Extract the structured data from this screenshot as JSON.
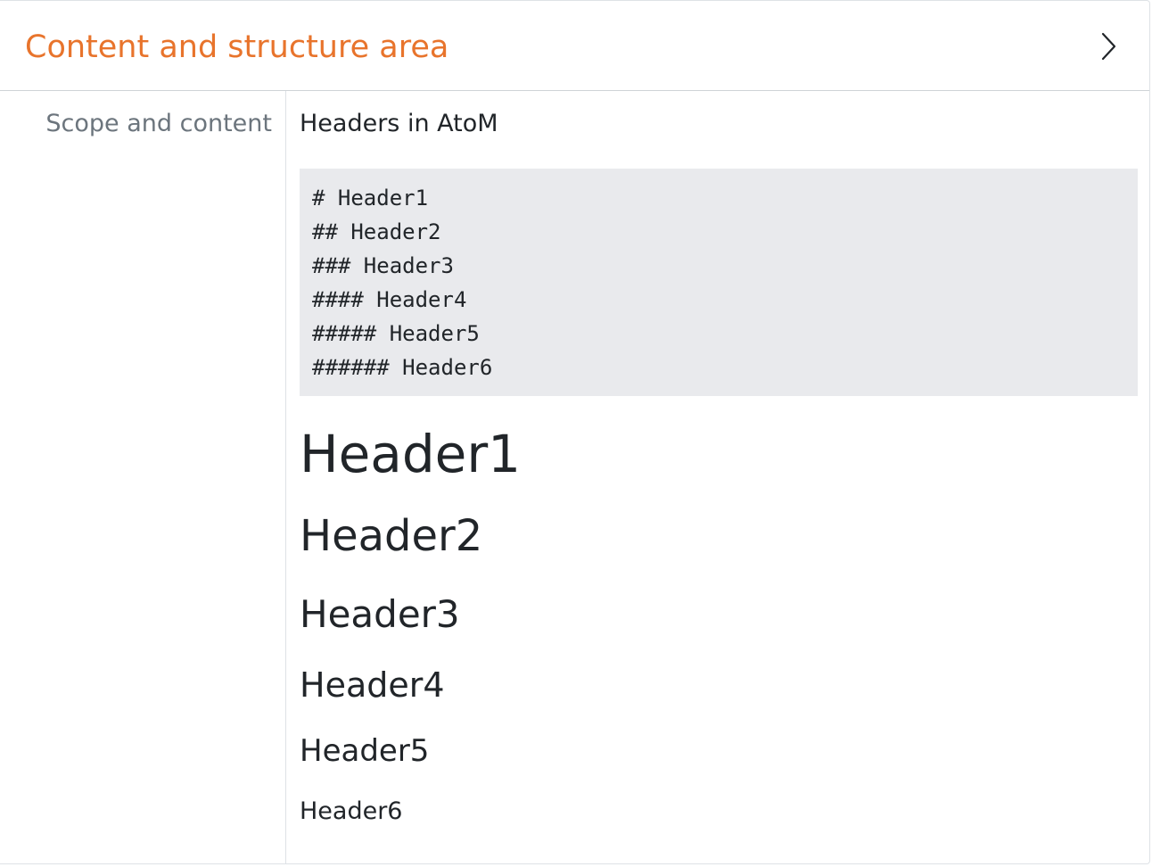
{
  "section": {
    "title": "Content and structure area",
    "toggle_icon": "chevron-right-icon"
  },
  "field": {
    "label": "Scope and content",
    "intro": "Headers in AtoM",
    "code_lines": [
      "# Header1",
      "## Header2",
      "### Header3",
      "#### Header4",
      "##### Header5",
      "###### Header6"
    ],
    "headers": [
      "Header1",
      "Header2",
      "Header3",
      "Header4",
      "Header5",
      "Header6"
    ]
  },
  "colors": {
    "section_title": "#e8742c",
    "label": "#6c757d",
    "code_background": "#e9eaed",
    "text": "#212529"
  }
}
